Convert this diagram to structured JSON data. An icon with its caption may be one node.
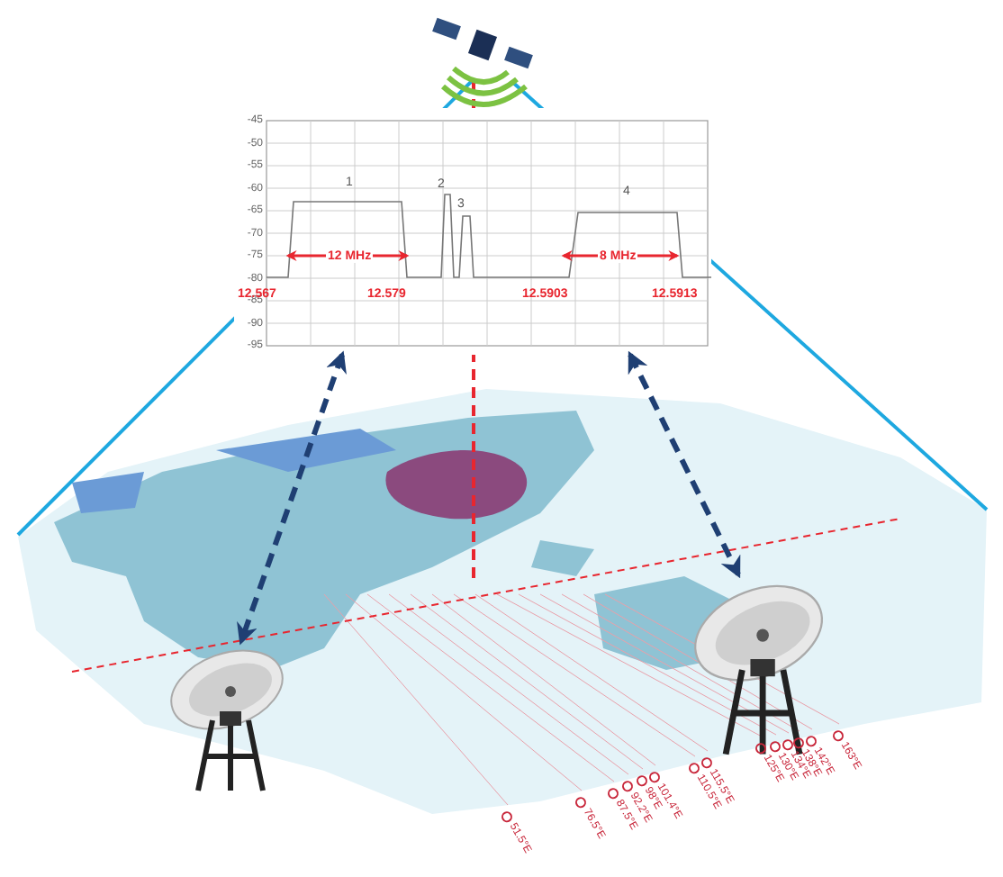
{
  "diagram": {
    "nodes": [
      {
        "text": [],
        "shape": "picture"
      },
      {
        "text": [],
        "shape": "picture"
      },
      {
        "text": [],
        "shape": "picture"
      }
    ],
    "edges": [
      {
        "from": 0,
        "to": 1,
        "arrow": "both",
        "style": "dashed"
      },
      {
        "from": 0,
        "to": 2,
        "arrow": "both",
        "style": "dashed"
      }
    ],
    "labels": [
      "-45",
      "-50",
      "-55",
      "-60",
      "-65",
      "-70",
      "-75",
      "-80",
      "-85",
      "-90",
      "-95",
      "1",
      "2",
      "3",
      "4",
      "12 MHz",
      "8 MHz",
      "12.567",
      "12.579",
      "12.5903",
      "12.5913",
      "51.5°E",
      "76.5°E",
      "87.5°E",
      "92.2°E",
      "98°E",
      "101.4°E",
      "110.5°E",
      "115.5°E",
      "125°E",
      "130°E",
      "134°E",
      "138°E",
      "142°E",
      "163°E"
    ]
  }
}
